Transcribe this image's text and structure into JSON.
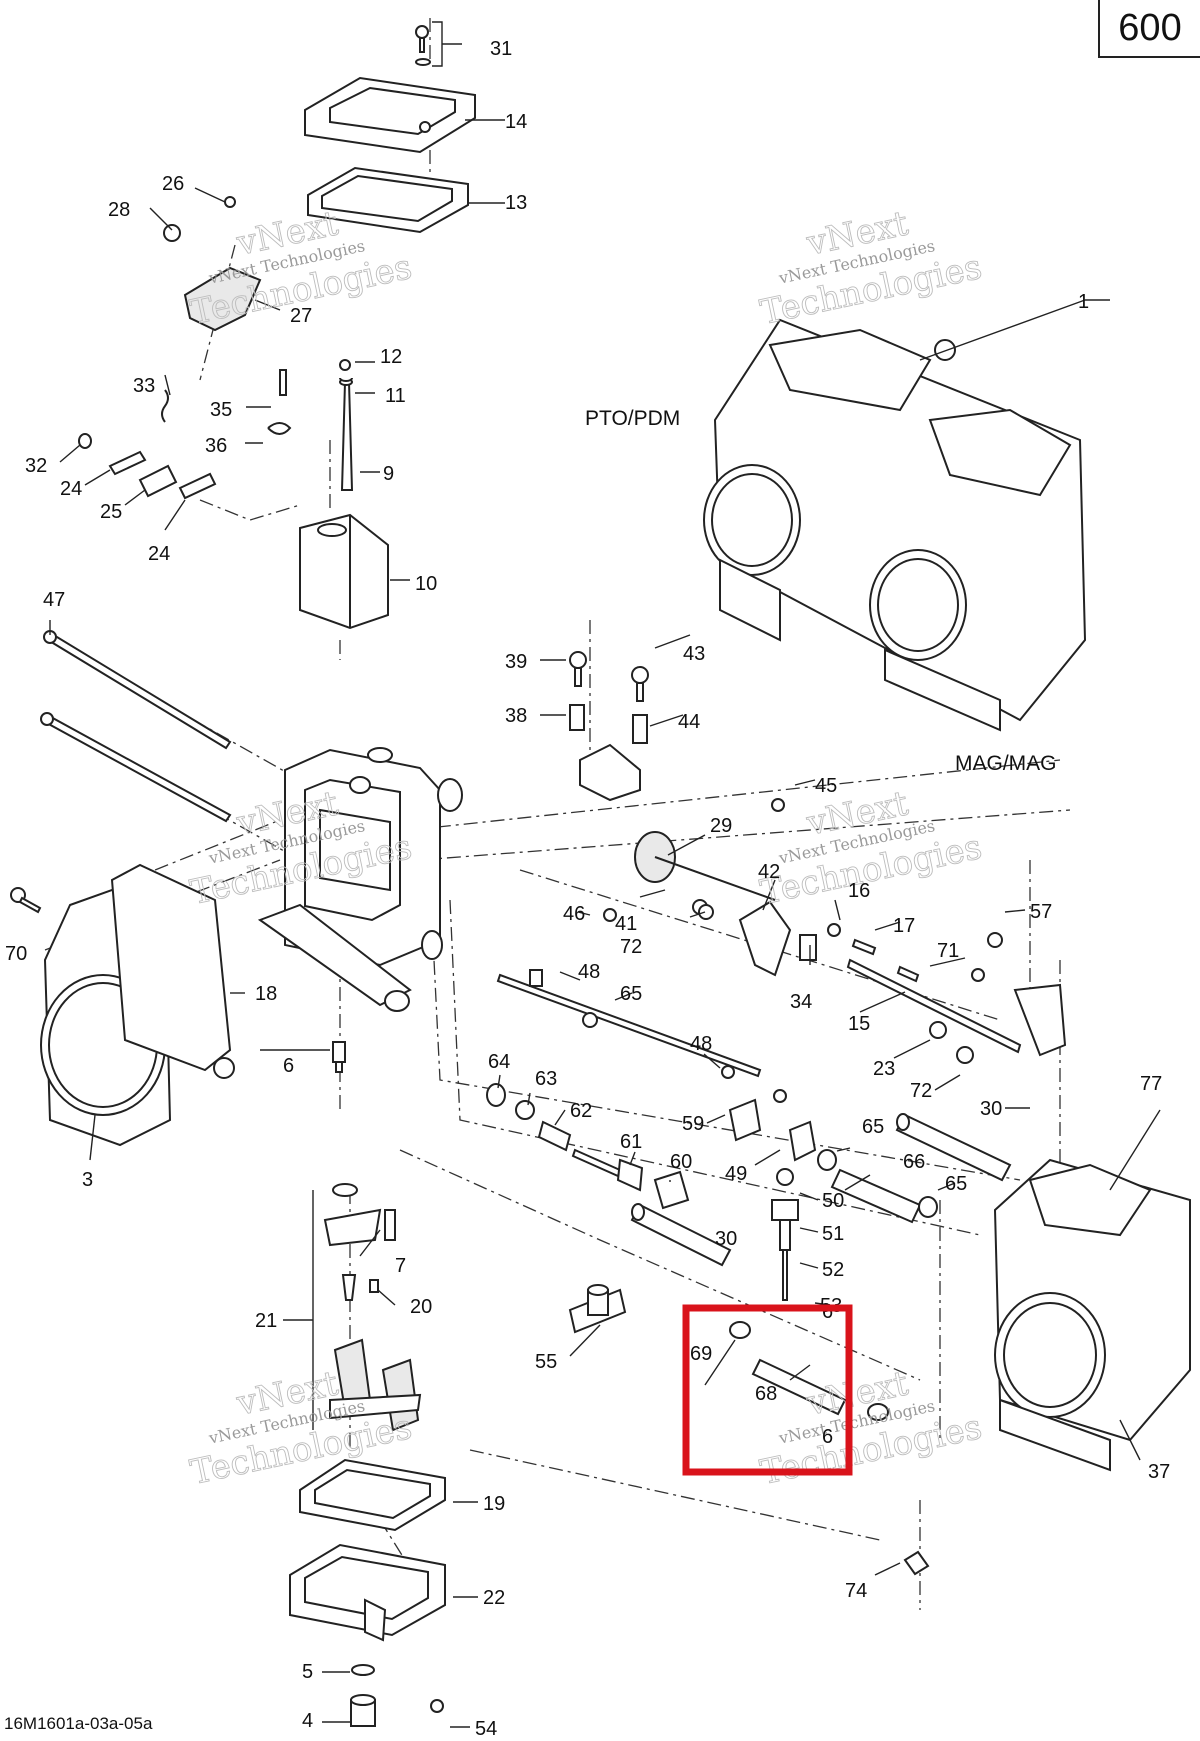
{
  "page_number": "600",
  "drawing_ref": "16M1601a-03a-05a",
  "labels": {
    "pto_pdm": "PTO/PDM",
    "mag_mag": "MAG/MAG"
  },
  "watermark": {
    "line1": "vNext",
    "line2": "vNext Technologies",
    "line3": "Technologies"
  },
  "highlight_color": "#d9131b",
  "callouts": [
    "1",
    "3",
    "4",
    "5",
    "6",
    "6",
    "6",
    "7",
    "9",
    "10",
    "11",
    "12",
    "13",
    "14",
    "15",
    "16",
    "17",
    "18",
    "19",
    "20",
    "21",
    "22",
    "23",
    "24",
    "24",
    "25",
    "26",
    "27",
    "28",
    "29",
    "30",
    "30",
    "31",
    "32",
    "33",
    "34",
    "35",
    "36",
    "37",
    "38",
    "39",
    "41",
    "42",
    "43",
    "44",
    "45",
    "46",
    "47",
    "48",
    "48",
    "49",
    "50",
    "51",
    "52",
    "53",
    "54",
    "55",
    "57",
    "59",
    "60",
    "61",
    "62",
    "63",
    "64",
    "65",
    "65",
    "65",
    "66",
    "68",
    "69",
    "70",
    "71",
    "72",
    "72",
    "74",
    "77"
  ]
}
